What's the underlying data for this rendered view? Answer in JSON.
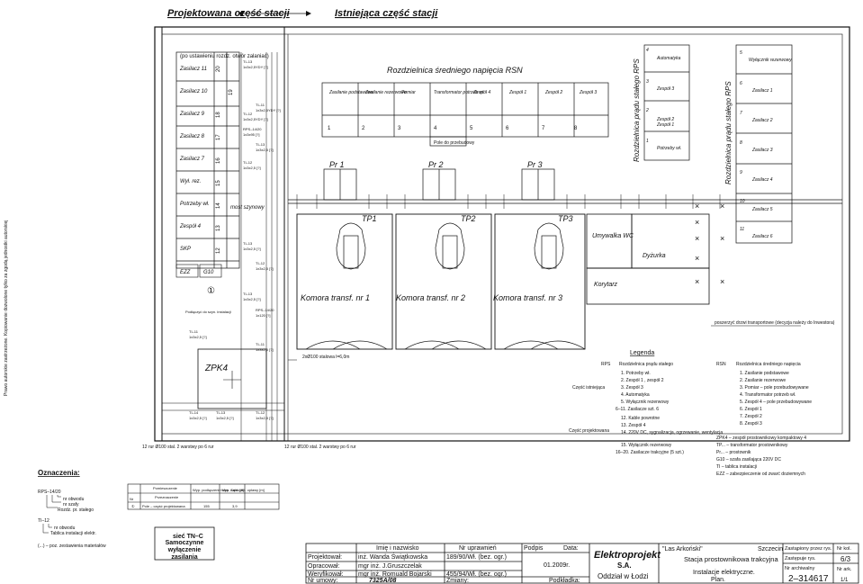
{
  "header": {
    "left": "Projektowana część stacji",
    "right": "Istniejąca część stacji"
  },
  "copyright": "Prawo autorskie zastrzeżone. Kopiowanie dozwolone tylko za zgodą jednostki autorskiej",
  "rsn": {
    "title": "Rozdzielnica średniego napięcia RSN",
    "fields": [
      {
        "no": "1",
        "label": "Zasilanie podstawowe"
      },
      {
        "no": "2",
        "label": "Zasilanie rezerwowe"
      },
      {
        "no": "3",
        "label": "Pomiar"
      },
      {
        "no": "4",
        "label": "Transformator potrzeb wł."
      },
      {
        "no": "5",
        "label": "Zespół 4"
      },
      {
        "no": "6",
        "label": "Zespół 1"
      },
      {
        "no": "7",
        "label": "Zespół 2"
      },
      {
        "no": "8",
        "label": "Zespół 3"
      }
    ],
    "extension_note": "Pole do przebudowy"
  },
  "rectifier_cells": [
    {
      "no": "20",
      "label": "Zasilacz 11",
      "note": "(po ustawieniu rozdz. otwór zalaniać)"
    },
    {
      "no": "19",
      "label": "Zasilacz 10"
    },
    {
      "no": "18",
      "label": "Zasilacz 9"
    },
    {
      "no": "17",
      "label": "Zasilacz 8"
    },
    {
      "no": "16",
      "label": "Zasilacz 7"
    },
    {
      "no": "15",
      "label": "Wył. rez."
    },
    {
      "no": "14",
      "label": "Potrzeby wł."
    },
    {
      "no": "13",
      "label": "Zespół 4"
    },
    {
      "no": "12",
      "label": "SKP"
    },
    {
      "no": "",
      "label": "EZZ"
    },
    {
      "no": "",
      "label": "G10"
    }
  ],
  "rps_left": {
    "title": "Rozdzielnica prądu stałego RPS",
    "cells": [
      {
        "no": "4",
        "label": "Automatyka"
      },
      {
        "no": "3",
        "label": "Zespół 3"
      },
      {
        "no": "2",
        "label": "Zespół 2"
      },
      {
        "no": "",
        "label": "Zespół 1"
      },
      {
        "no": "1",
        "label": "Potrzeby wł."
      }
    ]
  },
  "rps_right": {
    "title": "Rozdzielnica prądu stałego RPS",
    "cells": [
      {
        "no": "5",
        "label": "Wyłącznik rezerwowy"
      },
      {
        "no": "6",
        "label": "Zasilacz 1"
      },
      {
        "no": "7",
        "label": "Zasilacz 2"
      },
      {
        "no": "8",
        "label": "Zasilacz 3"
      },
      {
        "no": "9",
        "label": "Zasilacz 4"
      },
      {
        "no": "10",
        "label": "Zasilacz 5"
      },
      {
        "no": "11",
        "label": "Zasilacz 6"
      }
    ]
  },
  "rectifiers": [
    "Pr 1",
    "Pr 2",
    "Pr 3"
  ],
  "transformers": [
    {
      "tag": "TP1",
      "chamber": "Komora transf. nr 1"
    },
    {
      "tag": "TP2",
      "chamber": "Komora transf. nr 2"
    },
    {
      "tag": "TP3",
      "chamber": "Komora transf. nr 3"
    }
  ],
  "rooms": {
    "washroom": "Umywalka WC",
    "duty": "Dyżurka",
    "corridor": "Korytarz"
  },
  "notes": {
    "cable_bridge": "most szynowy",
    "zpk": "ZPK4",
    "door_note": "poszerzyć drzwi transportowe (decyzja należy do Inwestora)",
    "pipes_left": "12 rur Ø100 stal. 2 warstwy po 6 rur",
    "pipes_right": "12 rur Ø100 stal. 2 warstwy po 6 rur",
    "pipe_mid": "2xØ100 stalowa l=6,0m",
    "circle_marker": "①",
    "floor_note": "Podłączyć do szyn. instalacji"
  },
  "legend": {
    "title": "Legenda",
    "rps_label": "RPS",
    "rps_desc": "Rozdzielnica prądu stałego",
    "existing_part": "Część istniejąca",
    "designed_part": "Część projektowana",
    "existing_items": [
      "1. Potrzeby wł.",
      "2. Zespół 1 , zespół 2",
      "3. Zespół 3",
      "4. Automatyka",
      "5. Wyłącznik rezerwowy",
      "6–11. Zasilacze szt. 6"
    ],
    "designed_items": [
      "12. Kable powrotne",
      "13. Zespół 4",
      "14. 220V DC, sygnalizacja, ogrzewanie, wentylacja",
      "15. Wyłącznik rezerwowy",
      "16–20. Zasilacze trakcyjne (5 szt.)"
    ],
    "rsn_label": "RSN",
    "rsn_desc": "Rozdzielnica średniego napięcia",
    "rsn_items": [
      "1. Zasilanie podstawowe",
      "2. Zasilanie rezerwowe",
      "3. Pomiar – pole przebudowywane",
      "4. Transformator potrzeb wł.",
      "5. Zespół 4 – pole przebudowywane",
      "6. Zespół 1",
      "7. Zespół 2",
      "8. Zespół 3"
    ],
    "abbreviations": [
      "ZPK4 – zespół prostownikowy kompaktowy 4",
      "TP... – transformator prostownikowy",
      "Pr... – prostownik",
      "G10 – szafa zasilająca 220V DC",
      "TI – tablica instalacji",
      "EZZ – zabezpieczenie od zwarć doziemnych"
    ]
  },
  "markings": {
    "title": "Oznaczenia:",
    "rps_ref": "RPS–14/20",
    "rps_notes": [
      "nr obwodu",
      "nr szafy",
      "Rozdz. pr. stałego"
    ],
    "ti_ref": "TI–12",
    "ti_notes": [
      "nr obwodu",
      "Tablica instalacji elektr."
    ],
    "parenthesis_note": "(...) – poz. zestawienia materiałów"
  },
  "material_table": {
    "headers": [
      "Nr",
      "Pomieszczenie",
      "Moc zainst. kW",
      "Wyp. podłączenie obw. Cabl. [A]",
      "Wyp. zaprojekt. opławy [m]"
    ],
    "rows": [
      [
        "①",
        "Pole – część projektowana",
        "",
        "155",
        "3,9"
      ]
    ],
    "subheader": "Przeznaczenie"
  },
  "network_box": {
    "line1": "sieć TN–C",
    "line2": "Samoczynne wyłączenie zasilania"
  },
  "title_block": {
    "col_headers": [
      "Imię i nazwisko",
      "Nr uprawnień",
      "Podpis",
      "Data:"
    ],
    "rows": [
      {
        "role": "Projektował:",
        "name": "inż. Wanda Świątkowska",
        "lic": "189/90/Wł. (bez. ogr.)"
      },
      {
        "role": "Opracował:",
        "name": "mgr inż. J.Gruszczelak",
        "lic": ""
      },
      {
        "role": "Weryfikował:",
        "name": "mgr inż. Romuald Bojarski",
        "lic": "455/94/Wł. (bez. ogr.)"
      },
      {
        "role": "Nr umowy:",
        "name": "7325A/08",
        "lic": "Zmiany:"
      }
    ],
    "date": "01.2009r.",
    "signature_label": "Podkładka:",
    "company": "Elektroprojekt",
    "company_suffix": "S.A.",
    "office": "Oddział w Łodzi",
    "project": "\"Las Arkoński\"",
    "city": "Szczecin",
    "object": "Stacja prostownikowa trakcyjna",
    "scope": "Instalacje elektryczne.",
    "sheet_title": "Plan.",
    "replaced_label": "Zastąpiony przez rys.",
    "replaces_label": "Zastępuje rys.",
    "archive_label": "Nr archiwalny",
    "drawing_no": "2–314617",
    "col_label": "Nr kol.",
    "sheet_no": "6/3",
    "sheet_label": "Nr ark.",
    "sheet_count": "1/1"
  }
}
